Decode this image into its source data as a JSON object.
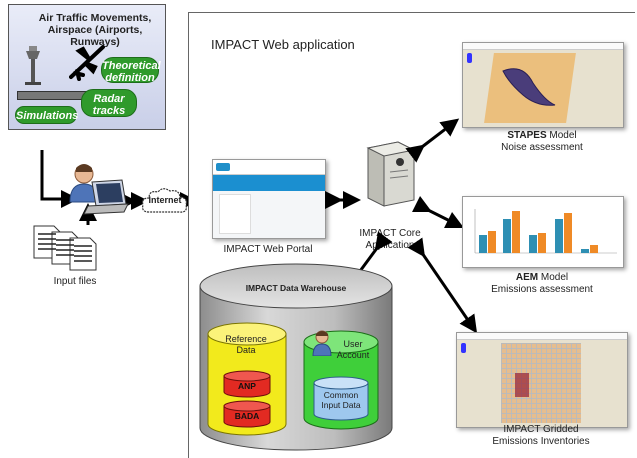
{
  "atm": {
    "title": "Air Traffic Movements, Airspace (Airports, Runways)",
    "pill_theoretical": "Theoretical definition",
    "pill_radar": "Radar tracks",
    "pill_simulations": "Simulations"
  },
  "internet_label": "Internet",
  "input_files_label": "Input files",
  "app_title": "IMPACT Web application",
  "portal_label": "IMPACT Web Portal",
  "core_label": "IMPACT Core Application",
  "stapes": {
    "name": "STAPES",
    "suffix": "Model",
    "line2": "Noise assessment"
  },
  "aem": {
    "name": "AEM",
    "suffix": "Model",
    "line2": "Emissions assessment"
  },
  "gridded": {
    "line1": "IMPACT Gridded",
    "line2": "Emissions Inventories"
  },
  "warehouse": {
    "title": "IMPACT Data Warehouse",
    "reference": "Reference Data",
    "anp": "ANP",
    "bada": "BADA",
    "user_account": "User Account",
    "common_input": "Common Input Data"
  },
  "colors": {
    "green_pill": "#2f9a2b",
    "reference_db": "#f2ea1c",
    "user_db": "#3fcf3a",
    "red_db": "#e22a22",
    "blue_db": "#9ec8ee"
  },
  "icons": [
    "airport-tower-icon",
    "airplane-icon",
    "user-laptop-icon",
    "cloud-icon",
    "document-stack-icon",
    "server-icon",
    "user-icon"
  ]
}
